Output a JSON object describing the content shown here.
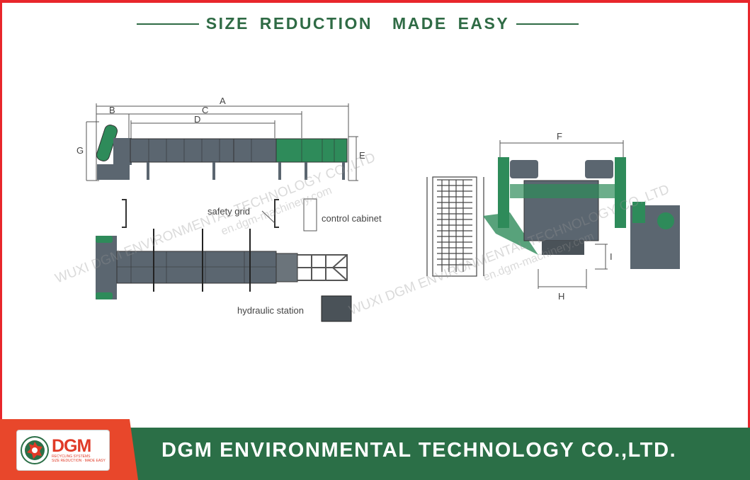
{
  "header": {
    "left": "SIZE REDUCTION",
    "right": "MADE EASY"
  },
  "drawing_labels": {
    "A": "A",
    "B": "B",
    "C": "C",
    "D": "D",
    "E": "E",
    "G": "G",
    "F": "F",
    "H": "H",
    "I": "I",
    "safety_grid": "safety grid",
    "control_cabinet": "control cabinet",
    "hydraulic_station": "hydraulic station"
  },
  "watermarks": {
    "company": "WUXI DGM ENVIRONMENTAL TECHNOLOGY CO.,LTD",
    "site": "en.dgm-machinery.com"
  },
  "logo": {
    "name": "DGM",
    "tagline": "RECYCLING SYSTEMS",
    "slogan": "SIZE REDUCTION · MADE EASY"
  },
  "footer": {
    "company": "DGM ENVIRONMENTAL TECHNOLOGY CO.,LTD."
  },
  "colors": {
    "red": "#e8262b",
    "green": "#2b6f47",
    "machine": "#5b6670",
    "machine_green": "#2e8b5a"
  }
}
